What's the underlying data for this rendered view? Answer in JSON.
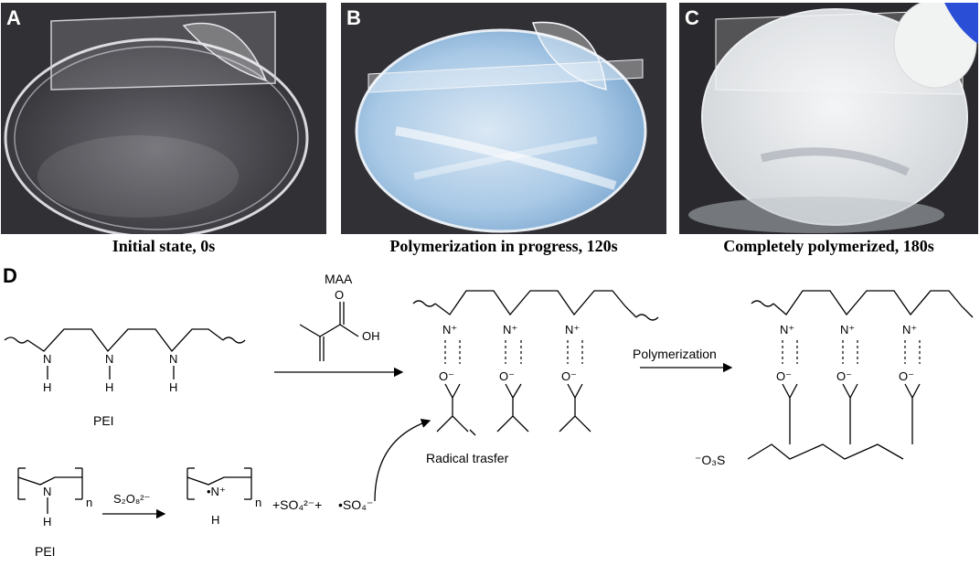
{
  "panels": [
    {
      "letter": "A",
      "caption": "Initial state, 0s"
    },
    {
      "letter": "B",
      "caption": "Polymerization in progress, 120s"
    },
    {
      "letter": "C",
      "caption": "Completely polymerized, 180s"
    }
  ],
  "scheme": {
    "letter": "D",
    "mma_label": "MAA",
    "pei_label": "PEI",
    "pei_label_2": "PEI",
    "oh_label": "OH",
    "o_label": "O",
    "n_label": "N",
    "h_label": "H",
    "polymerization_label": "Polymerization",
    "radical_transfer_label": "Radical trasfer",
    "persulfate_label": "S₂O₈²⁻",
    "subscript_n": "n",
    "sulfate_label": "+SO₄²⁻+",
    "sulfate_radical_label": "•SO₄⁻",
    "o3s_label": "⁻O₃S",
    "n_plus_label": "N⁺",
    "o_minus_label": "O⁻",
    "radical_n_label": "•N⁺"
  },
  "colors": {
    "dish_bg_dark": "#2a2a2e",
    "panel_b_tint": "#a9c9e6",
    "panel_c_tint": "#e6e8ea",
    "glove": "#2a4fd6"
  }
}
